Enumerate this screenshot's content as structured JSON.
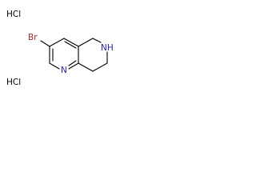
{
  "molecule": {
    "salt_1": "HCl",
    "salt_2": "HCl",
    "substituent": "Br",
    "atom_nh": "NH",
    "atom_n": "N"
  },
  "colors": {
    "bromine": "#a52a2a",
    "nitrogen": "#2020d0",
    "salt": "#000000",
    "bond": "#000000"
  }
}
